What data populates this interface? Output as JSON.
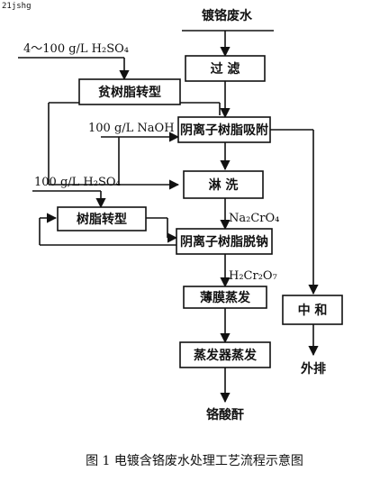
{
  "watermark": "21jshg",
  "input_label": "镀铬废水",
  "acid_label": "4～100 g/L H₂SO₄",
  "naoh_label": "100 g/L NaOH",
  "h2so4_label": "100 g/L H₂SO₄",
  "steps": {
    "filter": "过 滤",
    "anion_adsorb": "阴离子树脂吸附",
    "rinse": "淋 洗",
    "anion_regen": "阴离子树脂脱钠",
    "film_evap": "薄膜蒸发",
    "evaporator": "蒸发器蒸发",
    "neutralize": "中 和",
    "resin_convert": "树脂转型",
    "resin_regen": "贫树脂转型"
  },
  "flow_labels": {
    "na2cro4": "Na₂CrO₄",
    "h2cr2o7": "H₂Cr₂O₇"
  },
  "outputs": {
    "product": "铬酸酐",
    "discharge": "外排"
  },
  "caption": "图 1    电镀含铬废水处理工艺流程示意图"
}
